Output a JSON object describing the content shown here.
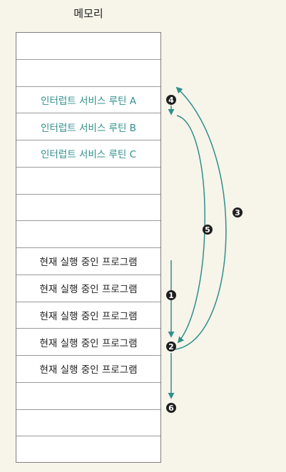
{
  "diagram": {
    "title": "메모리",
    "cells": [
      {
        "text": "",
        "kind": "empty"
      },
      {
        "text": "",
        "kind": "empty"
      },
      {
        "text": "인터럽트 서비스 루틴 A",
        "kind": "isr"
      },
      {
        "text": "인터럽트 서비스 루틴 B",
        "kind": "isr"
      },
      {
        "text": "인터럽트 서비스 루틴 C",
        "kind": "isr"
      },
      {
        "text": "",
        "kind": "empty"
      },
      {
        "text": "",
        "kind": "empty"
      },
      {
        "text": "",
        "kind": "empty"
      },
      {
        "text": "현재 실행 중인 프로그램",
        "kind": "prog"
      },
      {
        "text": "현재 실행 중인 프로그램",
        "kind": "prog"
      },
      {
        "text": "현재 실행 중인 프로그램",
        "kind": "prog"
      },
      {
        "text": "현재 실행 중인 프로그램",
        "kind": "prog"
      },
      {
        "text": "현재 실행 중인 프로그램",
        "kind": "prog"
      },
      {
        "text": "",
        "kind": "empty"
      },
      {
        "text": "",
        "kind": "empty"
      },
      {
        "text": "",
        "kind": "empty"
      }
    ],
    "steps": {
      "s1": "1",
      "s2": "2",
      "s3": "3",
      "s4": "4",
      "s5": "5",
      "s6": "6"
    },
    "colors": {
      "accent": "#2f8f8c",
      "badge": "#1f1f1f",
      "background": "#f7f4ea"
    }
  }
}
